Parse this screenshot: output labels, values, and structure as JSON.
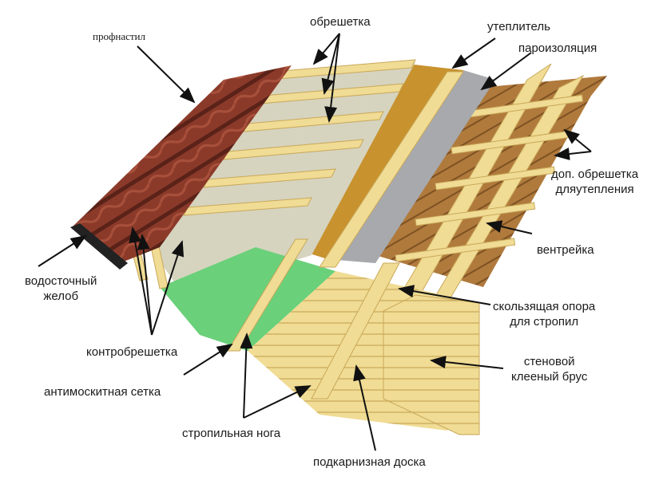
{
  "labels": {
    "profnastil": "профнастил",
    "obreshetka": "обрешетка",
    "uteplitel": "утеплитель",
    "paroizolyaciya": "пароизоляция",
    "dop_obreshetka_1": "доп. обрешетка",
    "dop_obreshetka_2": "дляутепления",
    "ventreyka": "вентрейка",
    "vodostochny_1": "водосточный",
    "vodostochny_2": "желоб",
    "skolzyashaya_1": "скользящая опора",
    "skolzyashaya_2": "для стропил",
    "kontrobreshetka": "контробрешетка",
    "stenovoy_1": "стеновой",
    "stenovoy_2": "клееный брус",
    "antimoskitnaya": "антимоскитная сетка",
    "stropilnaya": "стропильная нога",
    "podkarniznaya": "подкарнизная доска"
  },
  "colors": {
    "roof_tile": "#8b3a2a",
    "membrane": "#d6d4bf",
    "insulation": "#c8922e",
    "vapor_barrier": "#a7a9ad",
    "wood": "#f0dc94",
    "wood_dark": "#c9a85a",
    "mosquito_net": "#6ad07a",
    "inner_planks": "#b07a3c"
  }
}
